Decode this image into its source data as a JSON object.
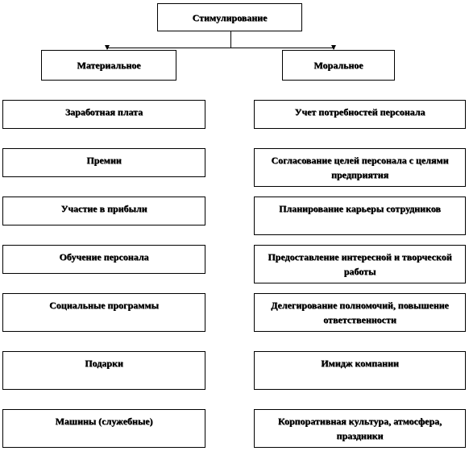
{
  "diagram": {
    "root": "Стимулирование",
    "left": {
      "title": "Материальное",
      "items": [
        "Заработная плата",
        "Премии",
        "Участие в прибыли",
        "Обучение персонала",
        "Социальные программы",
        "Подарки",
        "Машины (служебные)"
      ]
    },
    "right": {
      "title": "Моральное",
      "items": [
        "Учет потребностей персонала",
        "Согласование целей персонала с целями предприятия",
        "Планирование карьеры сотрудников",
        "Предоставление интересной и творческой работы",
        "Делегирование полномочий, повышение ответственности",
        "Имидж компании",
        "Корпоративная культура, атмосфера, праздники"
      ]
    }
  }
}
